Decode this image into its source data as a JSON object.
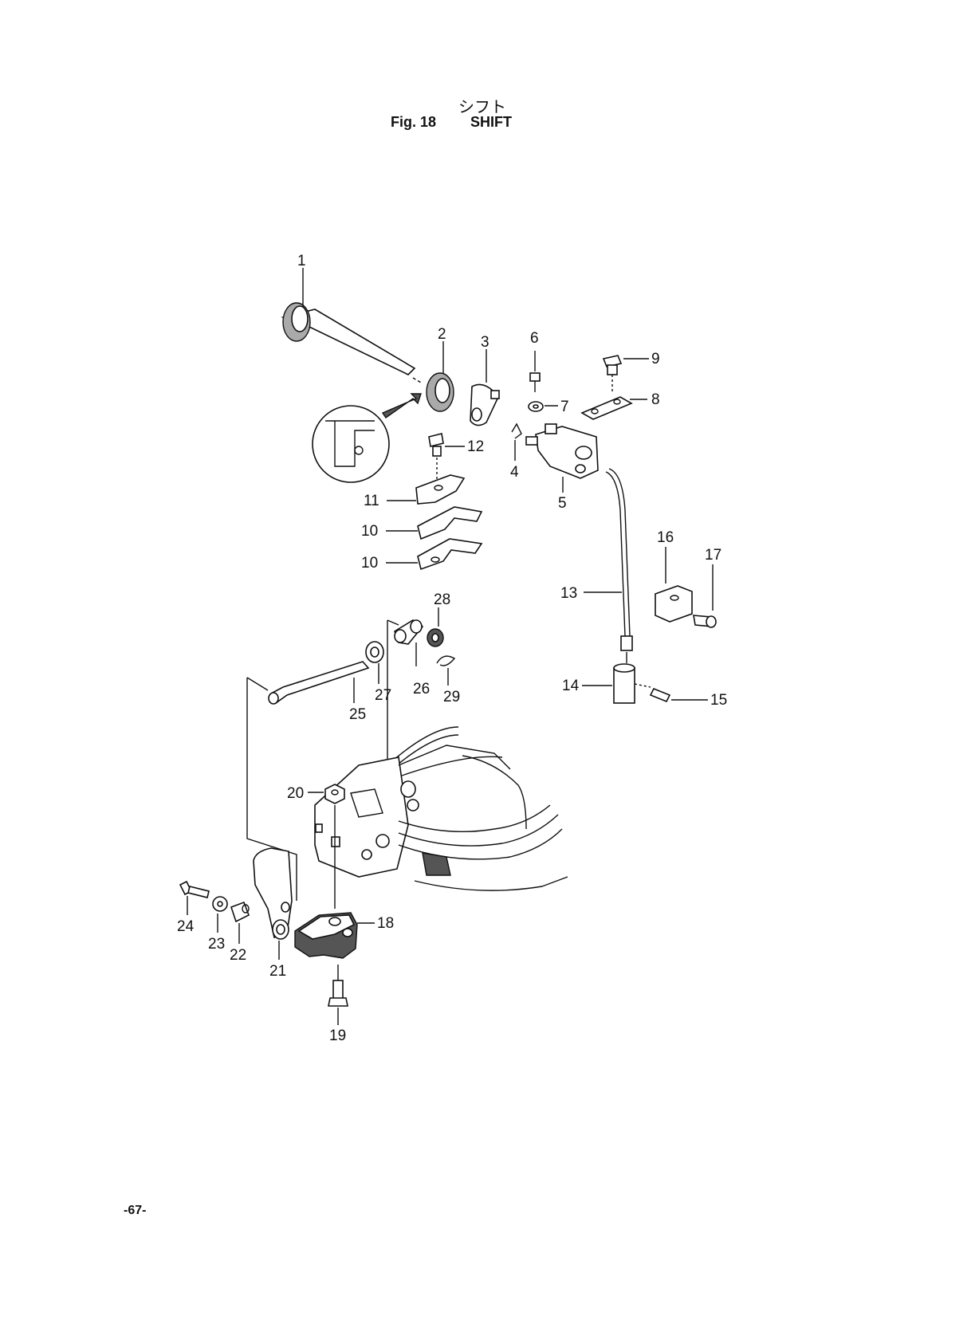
{
  "header": {
    "japanese_title": "シフト",
    "figure_number": "Fig. 18",
    "figure_title": "SHIFT"
  },
  "callouts": [
    "1",
    "2",
    "3",
    "4",
    "5",
    "6",
    "7",
    "8",
    "9",
    "10",
    "10",
    "11",
    "12",
    "13",
    "14",
    "15",
    "16",
    "17",
    "18",
    "19",
    "20",
    "21",
    "22",
    "23",
    "24",
    "25",
    "26",
    "27",
    "28",
    "29"
  ],
  "footer": {
    "page_number": "-67-"
  }
}
